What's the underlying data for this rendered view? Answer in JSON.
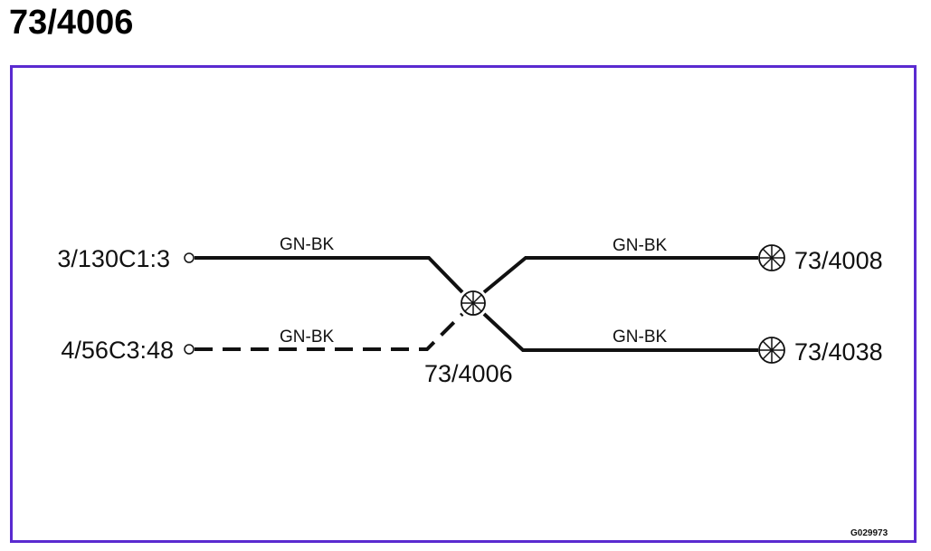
{
  "page_title": "73/4006",
  "frame_color": "#5a2ad0",
  "splice": {
    "label": "73/4006",
    "icon": "splice-icon"
  },
  "connections": [
    {
      "terminal": "3/130C1:3",
      "wire_color": "GN-BK",
      "style": "solid",
      "side": "left"
    },
    {
      "terminal": "4/56C3:48",
      "wire_color": "GN-BK",
      "style": "dashed",
      "side": "left"
    },
    {
      "terminal": "73/4008",
      "wire_color": "GN-BK",
      "style": "solid",
      "side": "right"
    },
    {
      "terminal": "73/4038",
      "wire_color": "GN-BK",
      "style": "solid",
      "side": "right"
    }
  ],
  "reference_code": "G029973"
}
